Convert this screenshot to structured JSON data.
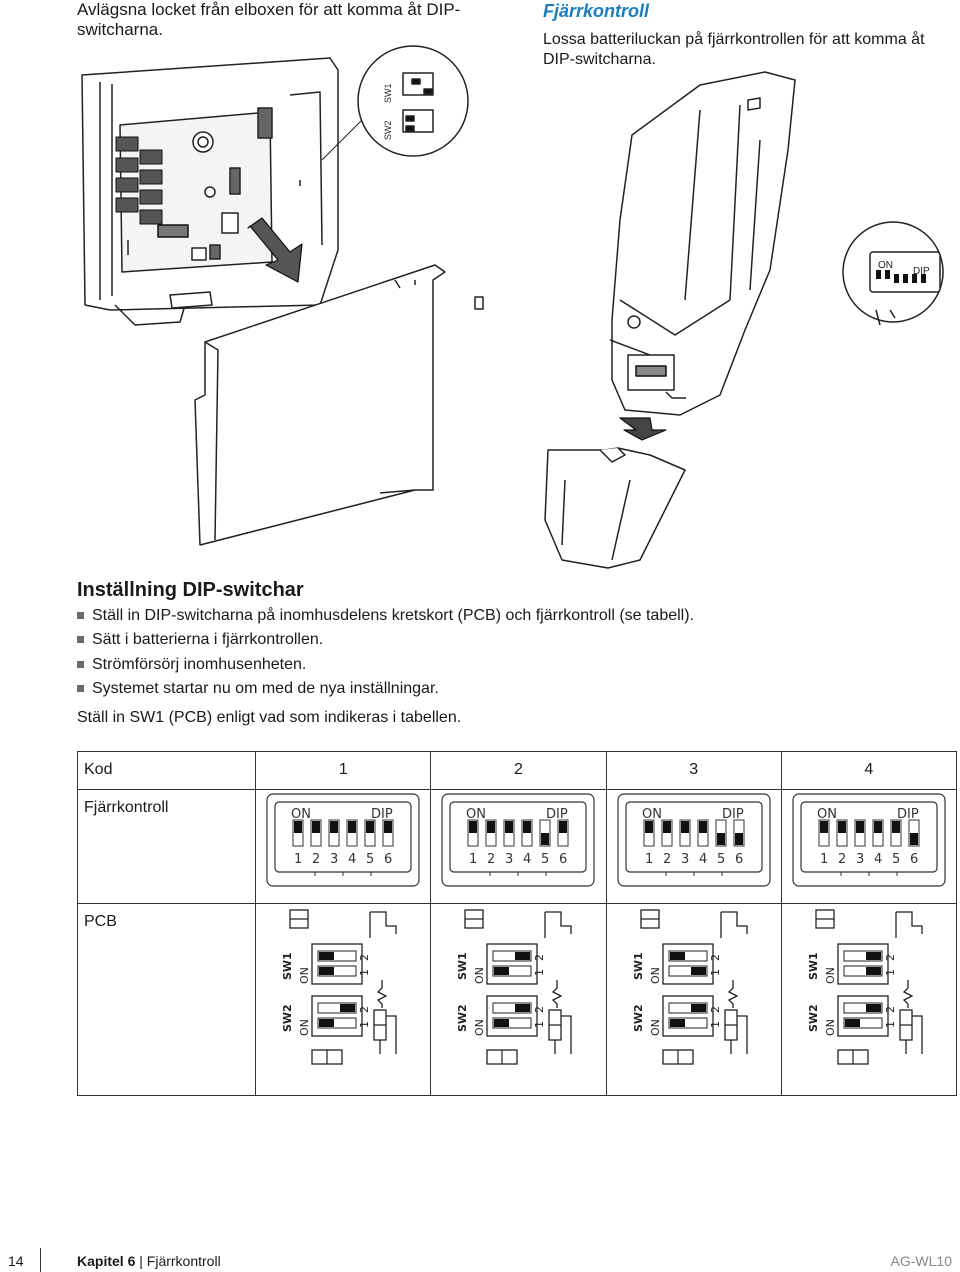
{
  "top_left": {
    "text": "Avlägsna locket från elboxen för att komma åt DIP-switcharna."
  },
  "top_right": {
    "subhead": "Fjärrkontroll",
    "text": "Lossa batteriluckan på fjärrkontrollen för att komma åt DIP-switcharna."
  },
  "illustration": {
    "sw_labels": [
      "SW1",
      "SW2"
    ],
    "on_label": "ON",
    "dip_label": "DIP",
    "switch_numbers": [
      "1",
      "2",
      "3",
      "4",
      "5",
      "6"
    ],
    "pcb_numbers": [
      "1",
      "2"
    ]
  },
  "section": {
    "heading": "Inställning DIP-switchar",
    "bullets": [
      "Ställ in DIP-switcharna på inomhusdelens kretskort (PCB) och fjärrkontroll (se tabell).",
      "Sätt i batterierna i fjärrkontrollen.",
      "Strömförsörj inomhusenheten.",
      "Systemet startar nu om med de nya inställningar."
    ],
    "note": "Ställ in SW1 (PCB) enligt vad som indikeras i tabellen."
  },
  "table": {
    "header_label": "Kod",
    "codes": [
      "1",
      "2",
      "3",
      "4"
    ],
    "row_remote_label": "Fjärrkontroll",
    "row_pcb_label": "PCB"
  },
  "footer": {
    "page_number": "14",
    "chapter_bold": "Kapitel 6",
    "chapter_title": "Fjärrkontroll",
    "model": "AG-WL10"
  }
}
